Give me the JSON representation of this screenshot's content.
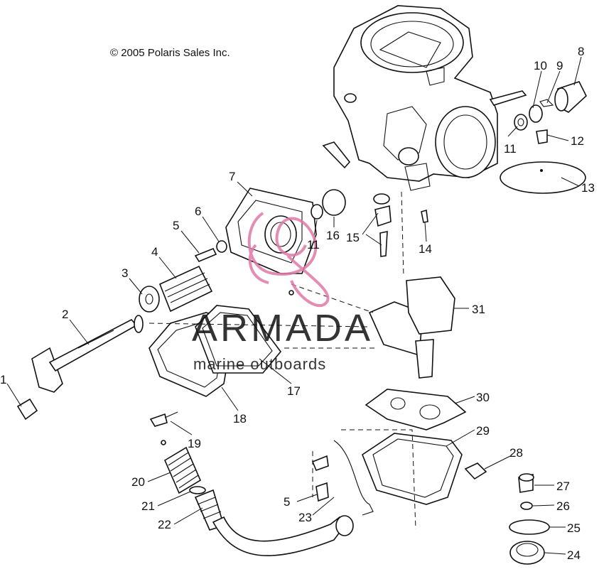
{
  "copyright": "© 2005 Polaris Sales Inc.",
  "watermark": {
    "brand": "ARMADA",
    "tagline": "marine outboards",
    "logo_color": "#e07aa8",
    "text_color": "#6b6b6b"
  },
  "callouts": [
    "1",
    "2",
    "3",
    "4",
    "5",
    "6",
    "7",
    "8",
    "9",
    "10",
    "11",
    "12",
    "13",
    "14",
    "15",
    "16",
    "11",
    "17",
    "18",
    "19",
    "20",
    "21",
    "22",
    "23",
    "5",
    "24",
    "25",
    "26",
    "27",
    "28",
    "29",
    "30",
    "31"
  ]
}
